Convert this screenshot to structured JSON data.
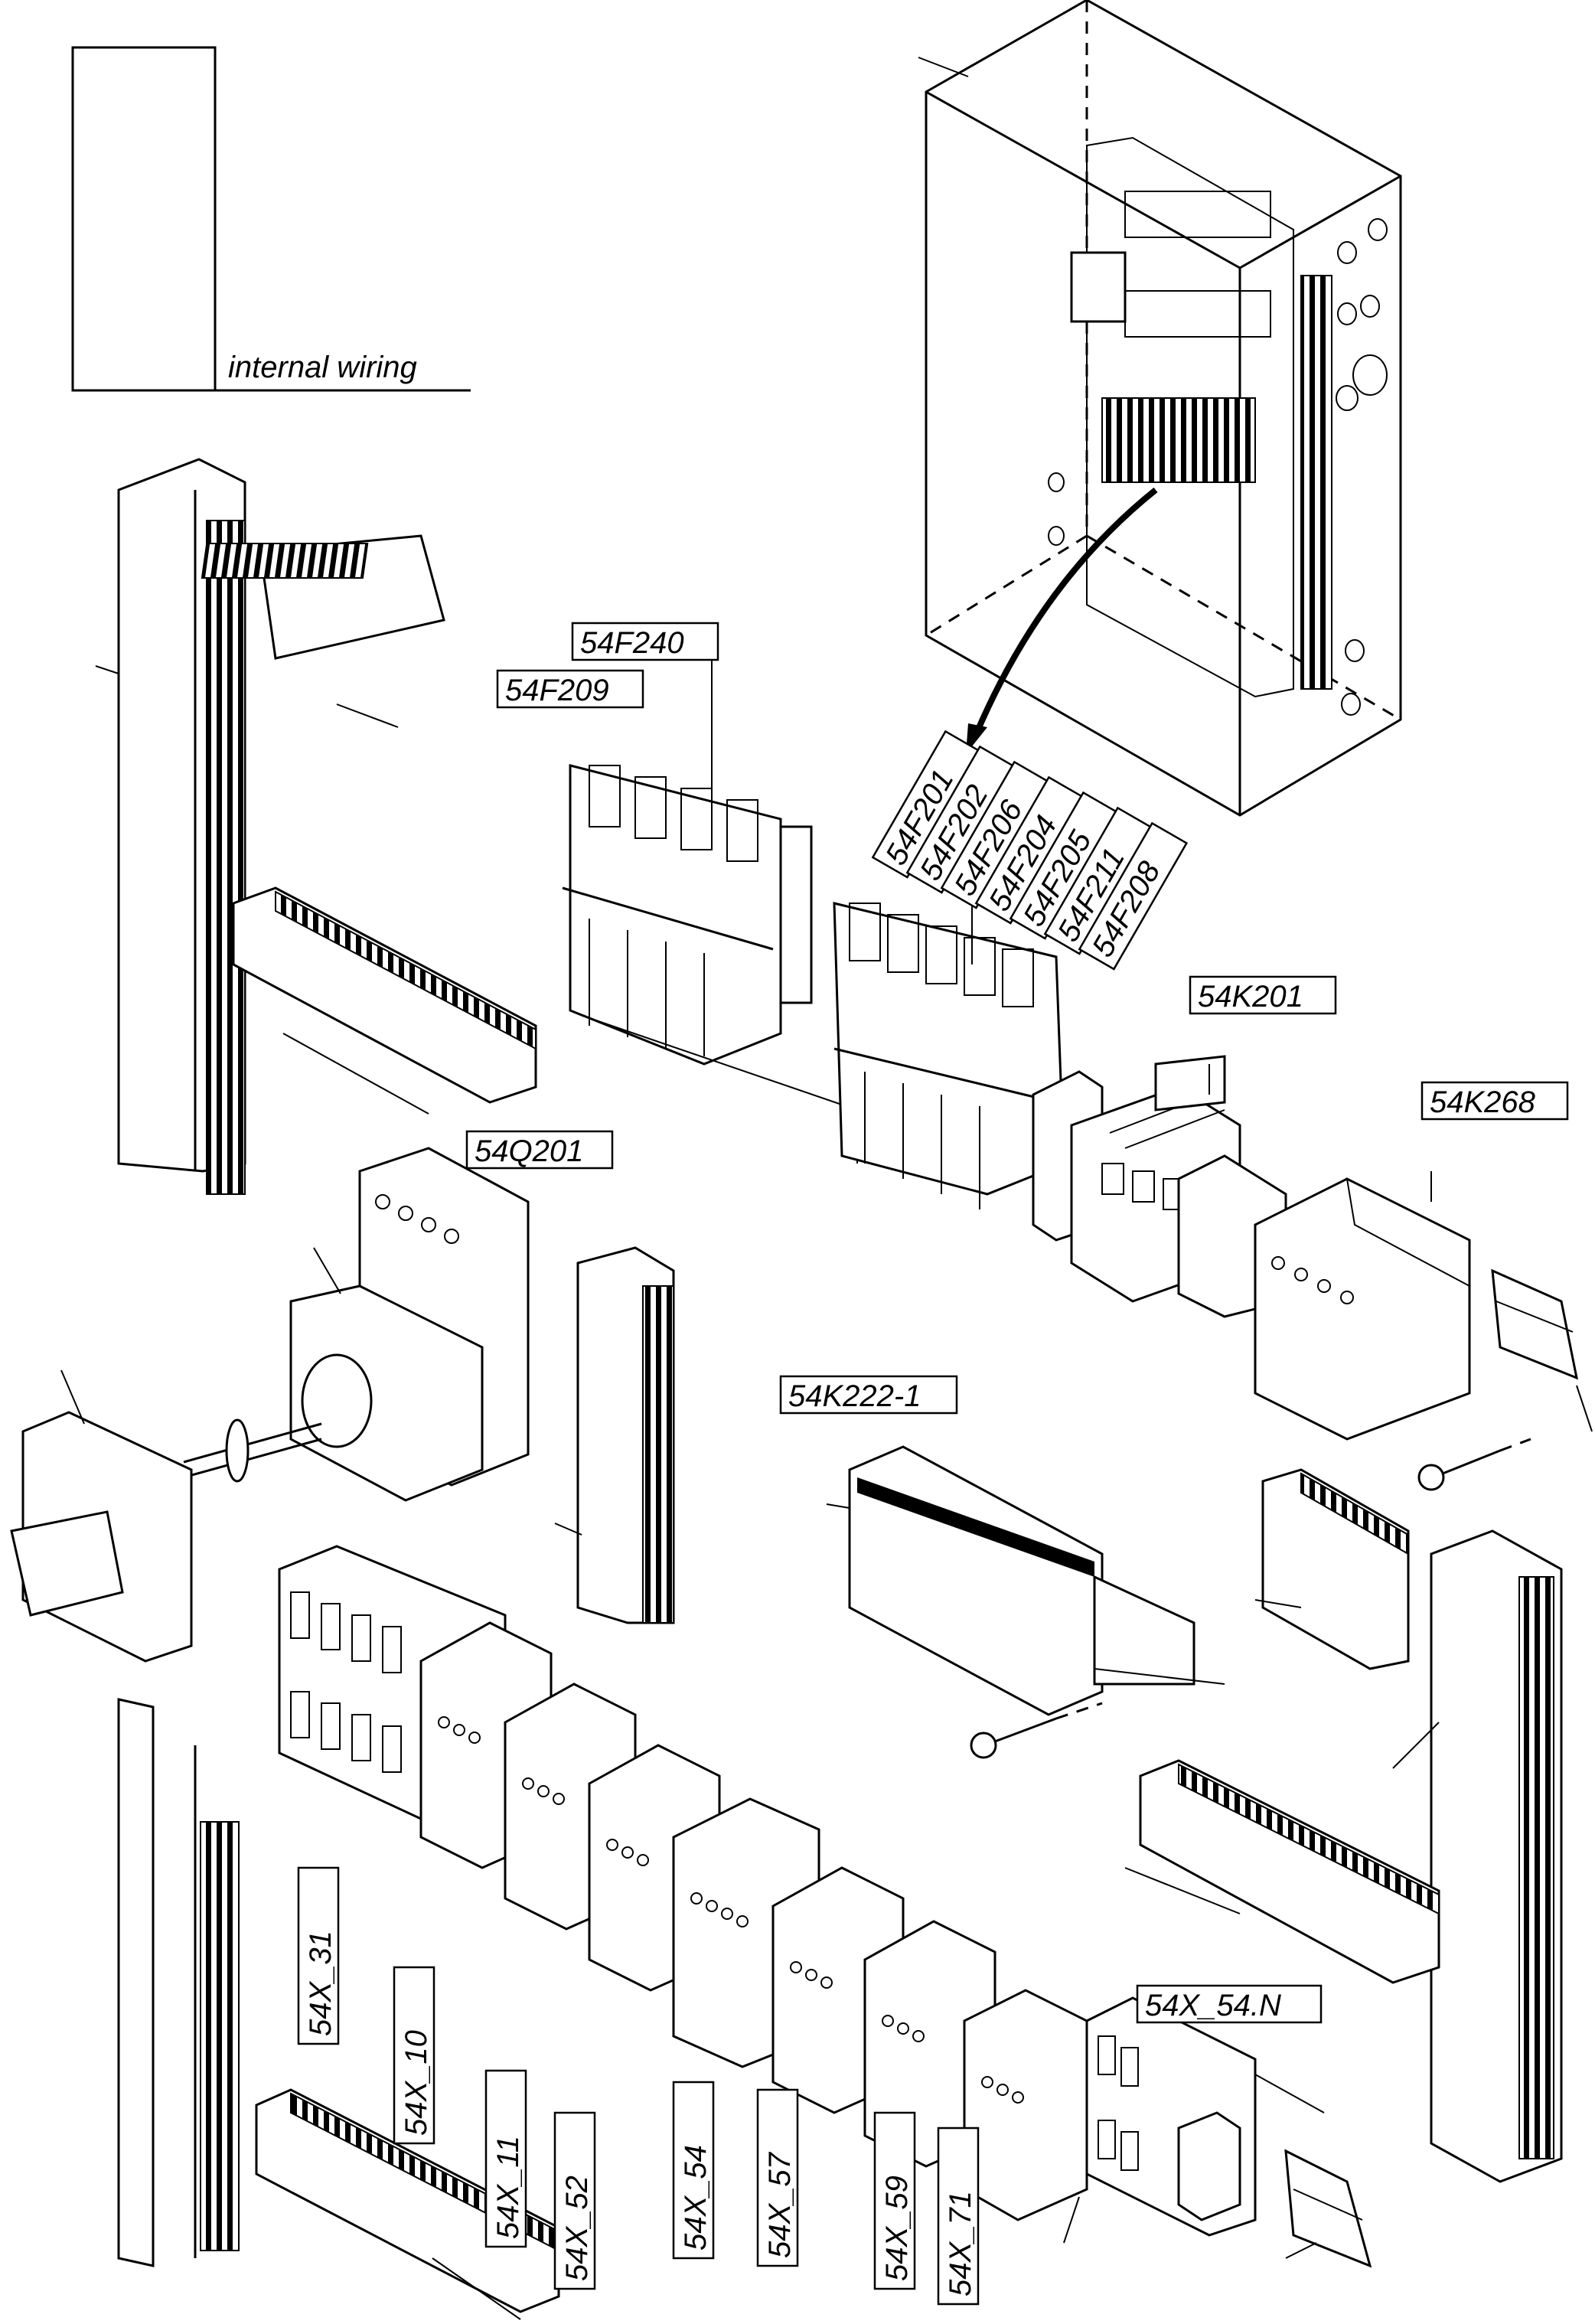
{
  "legend": {
    "text": "internal wiring"
  },
  "labels": {
    "f240": "54F240",
    "f209": "54F209",
    "f201": "54F201",
    "f202": "54F202",
    "f206": "54F206",
    "f204": "54F204",
    "f205": "54F205",
    "f211": "54F211",
    "f208": "54F208",
    "k201": "54K201",
    "k268": "54K268",
    "q201": "54Q201",
    "k222": "54K222-1",
    "x54n": "54X_54.N",
    "x31": "54X_31",
    "x10": "54X_10",
    "x11": "54X_11",
    "x52": "54X_52",
    "x54": "54X_54",
    "x57": "54X_57",
    "x59": "54X_59",
    "x71": "54X_71"
  }
}
